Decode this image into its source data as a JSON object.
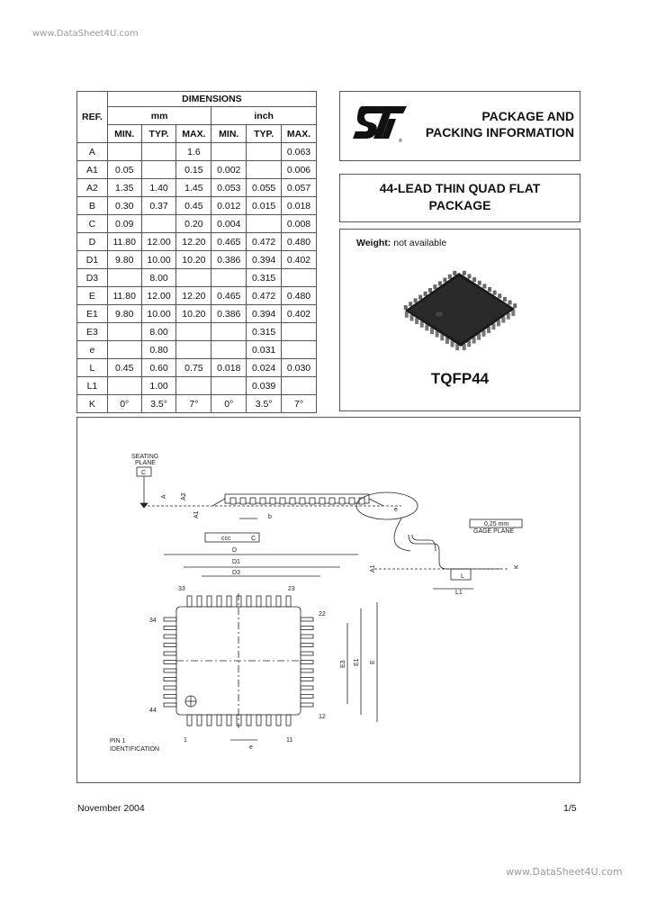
{
  "watermark_top": "www.DataSheet4U.com",
  "watermark_bottom": "www.DataSheet4U.com",
  "table": {
    "title": "DIMENSIONS",
    "ref_label": "REF.",
    "unit_mm": "mm",
    "unit_inch": "inch",
    "subheaders": [
      "MIN.",
      "TYP.",
      "MAX.",
      "MIN.",
      "TYP.",
      "MAX."
    ],
    "rows": [
      [
        "A",
        "",
        "",
        "1.6",
        "",
        "",
        "0.063"
      ],
      [
        "A1",
        "0.05",
        "",
        "0.15",
        "0.002",
        "",
        "0.006"
      ],
      [
        "A2",
        "1.35",
        "1.40",
        "1.45",
        "0.053",
        "0.055",
        "0.057"
      ],
      [
        "B",
        "0.30",
        "0.37",
        "0.45",
        "0.012",
        "0.015",
        "0.018"
      ],
      [
        "C",
        "0.09",
        "",
        "0.20",
        "0.004",
        "",
        "0.008"
      ],
      [
        "D",
        "11.80",
        "12.00",
        "12.20",
        "0.465",
        "0.472",
        "0.480"
      ],
      [
        "D1",
        "9.80",
        "10.00",
        "10.20",
        "0.386",
        "0.394",
        "0.402"
      ],
      [
        "D3",
        "",
        "8.00",
        "",
        "",
        "0.315",
        ""
      ],
      [
        "E",
        "11.80",
        "12.00",
        "12.20",
        "0.465",
        "0.472",
        "0.480"
      ],
      [
        "E1",
        "9.80",
        "10.00",
        "10.20",
        "0.386",
        "0.394",
        "0.402"
      ],
      [
        "E3",
        "",
        "8.00",
        "",
        "",
        "0.315",
        ""
      ],
      [
        "e",
        "",
        "0.80",
        "",
        "",
        "0.031",
        ""
      ],
      [
        "L",
        "0.45",
        "0.60",
        "0.75",
        "0.018",
        "0.024",
        "0.030"
      ],
      [
        "L1",
        "",
        "1.00",
        "",
        "",
        "0.039",
        ""
      ],
      [
        "K",
        "0°",
        "3.5°",
        "7°",
        "0°",
        "3.5°",
        "7°"
      ]
    ]
  },
  "package_heading_line1": "PACKAGE AND",
  "package_heading_line2": "PACKING INFORMATION",
  "title_line1": "44-LEAD THIN QUAD FLAT",
  "title_line2": "PACKAGE",
  "weight_label": "Weight:",
  "weight_value": " not available",
  "package_name": "TQFP44",
  "drawing": {
    "seating_plane": "SEATING PLANE",
    "seating_line1": "SEATING",
    "seating_line2": "PLANE",
    "c": "C",
    "A": "A",
    "A2": "A2",
    "A1": "A1",
    "b": "b",
    "e": "e",
    "ccc": "ccc",
    "D": "D",
    "D1": "D1",
    "D3": "D3",
    "E": "E",
    "E1": "E1",
    "E3": "E3",
    "L": "L",
    "L1": "L1",
    "K": "K",
    "gage_value": "0,25 mm",
    "gage_plane": "GAGE PLANE",
    "pin33": "33",
    "pin23": "23",
    "pin34": "34",
    "pin22": "22",
    "pin44": "44",
    "pin12": "12",
    "pin1": "1",
    "pin11": "11",
    "pin_id_line1": "PIN 1",
    "pin_id_line2": "IDENTIFICATION"
  },
  "footer_date": "November 2004",
  "footer_page": "1/5",
  "colors": {
    "border": "#555555",
    "text": "#111111",
    "chip": "#1a1a1a"
  }
}
